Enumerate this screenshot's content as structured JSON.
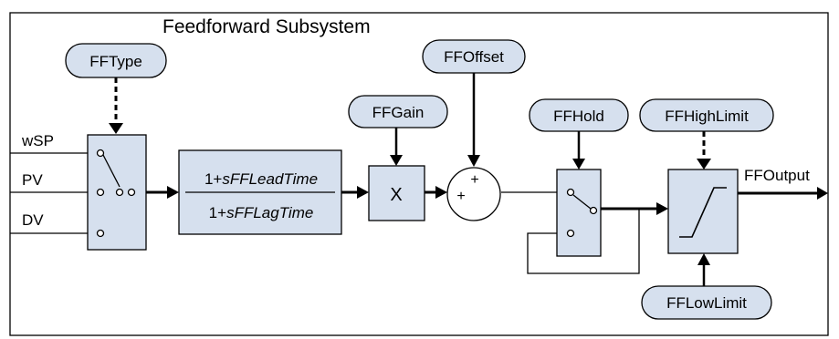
{
  "title": "Feedforward Subsystem",
  "params": {
    "ff_type": "FFType",
    "ff_offset": "FFOffset",
    "ff_gain": "FFGain",
    "ff_hold": "FFHold",
    "ff_high_limit": "FFHighLimit",
    "ff_low_limit": "FFLowLimit"
  },
  "inputs": {
    "wsp": "wSP",
    "pv": "PV",
    "dv": "DV"
  },
  "lead_lag": {
    "numerator_prefix": "1+",
    "numerator_var": "sFFLeadTime",
    "denominator_prefix": "1+",
    "denominator_var": "sFFLagTime"
  },
  "multiplier_symbol": "X",
  "summer_signs": {
    "top": "+",
    "left": "+"
  },
  "output_label": "FFOutput",
  "colors": {
    "block_fill": "#d6e0ee",
    "line": "#000000"
  }
}
